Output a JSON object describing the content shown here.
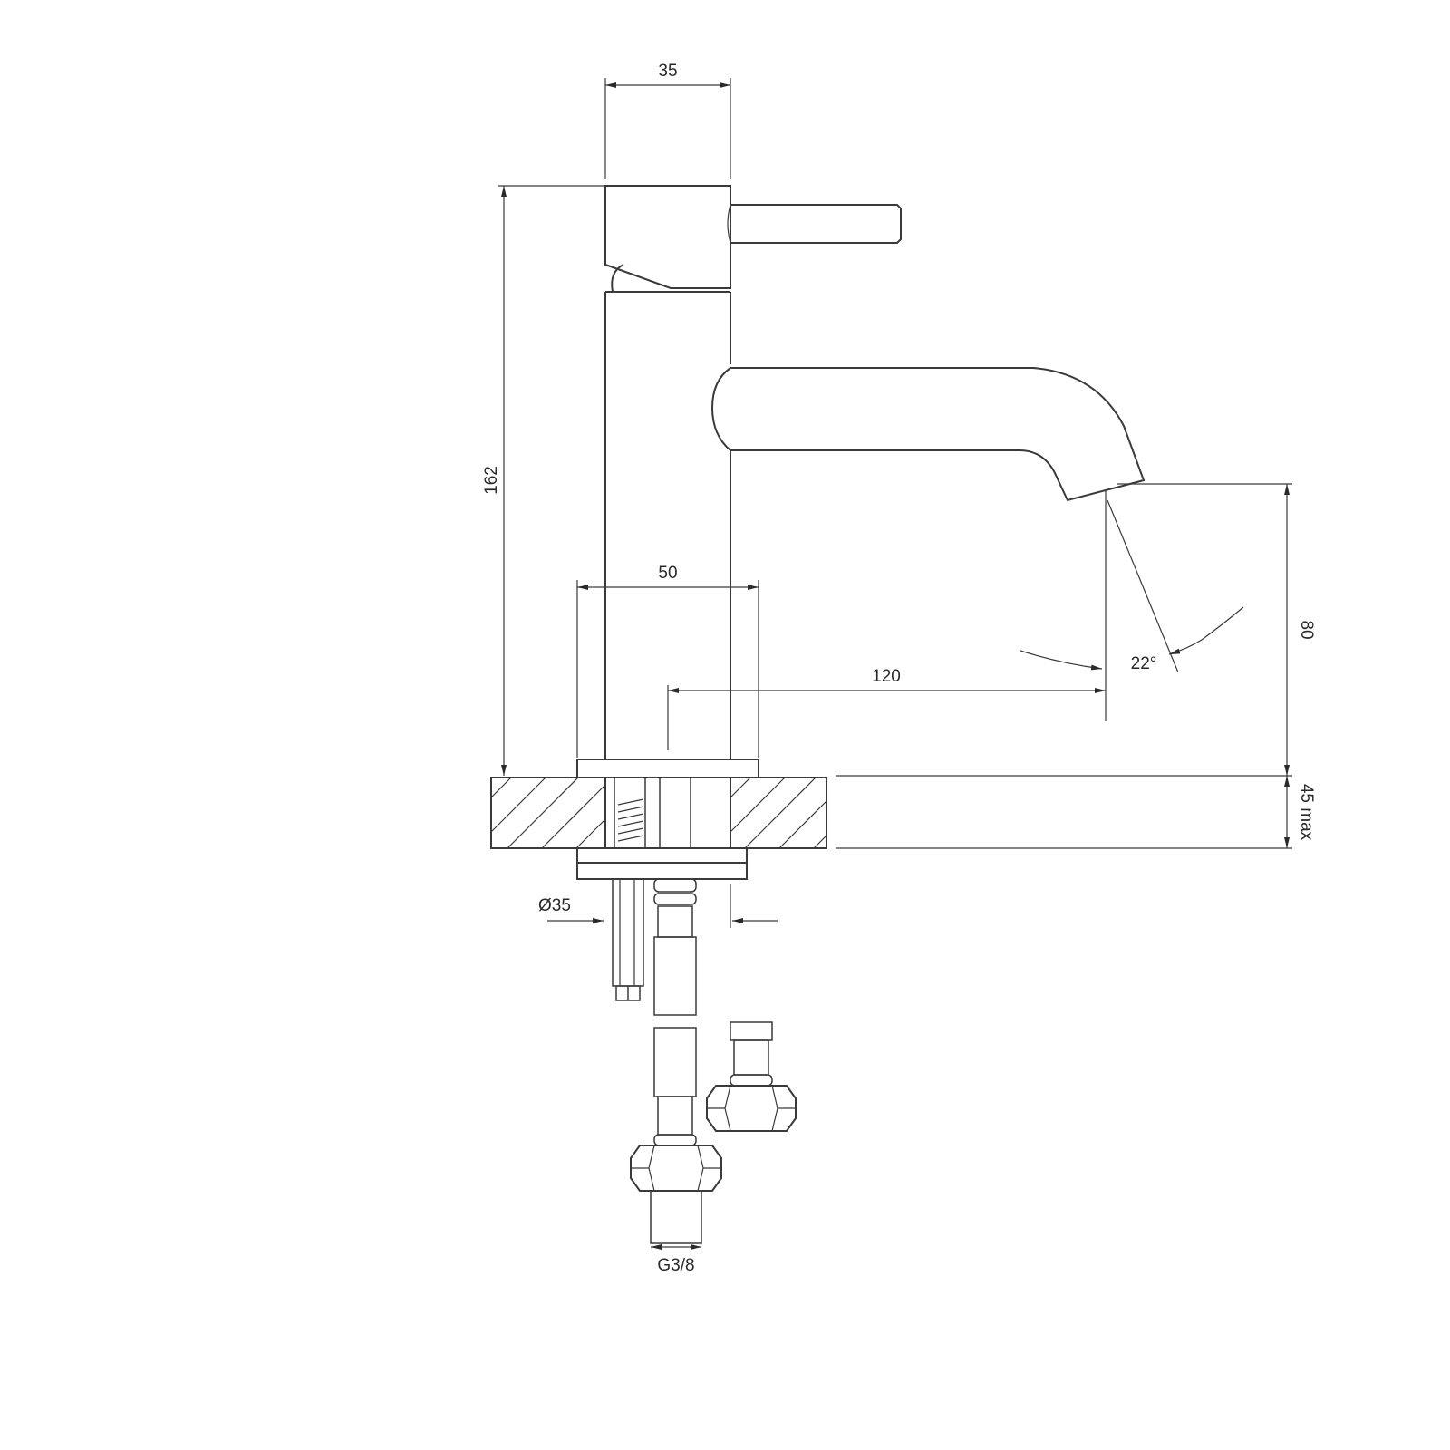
{
  "dimensions": {
    "body_width": "35",
    "total_height": "162",
    "base_width": "50",
    "spout_reach": "120",
    "spout_height": "80",
    "spout_angle": "22°",
    "deck_thickness": "45 max",
    "shank_diameter": "Ø35",
    "connection_thread": "G3/8"
  },
  "colors": {
    "line": "#3a3a3a",
    "background": "#ffffff"
  }
}
